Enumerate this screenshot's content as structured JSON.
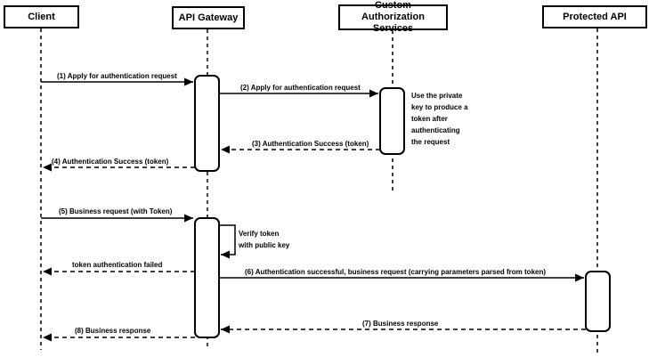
{
  "diagram": {
    "type": "uml-sequence",
    "colors": {
      "stroke": "#000000",
      "background": "#ffffff",
      "text": "#000000"
    },
    "actors": [
      {
        "label": "Client"
      },
      {
        "label": "API Gateway"
      },
      {
        "label": "Custom Authorization Services"
      },
      {
        "label": "Protected API"
      }
    ],
    "messages": [
      {
        "label": "(1) Apply for authentication request",
        "from": "Client",
        "to": "API Gateway",
        "style": "solid"
      },
      {
        "label": "(2) Apply for authentication request",
        "from": "API Gateway",
        "to": "Custom Authorization Services",
        "style": "solid"
      },
      {
        "label": "(3) Authentication Success (token)",
        "from": "Custom Authorization Services",
        "to": "API Gateway",
        "style": "dashed"
      },
      {
        "label": "(4) Authentication Success (token)",
        "from": "API Gateway",
        "to": "Client",
        "style": "dashed"
      },
      {
        "label": "(5) Business request (with Token)",
        "from": "Client",
        "to": "API Gateway",
        "style": "solid"
      },
      {
        "label": "Verify token\nwith public key",
        "from": "API Gateway",
        "to": "API Gateway",
        "style": "self"
      },
      {
        "label": "token authentication failed",
        "from": "API Gateway",
        "to": "Client",
        "style": "dashed"
      },
      {
        "label": "(6) Authentication successful, business request (carrying parameters parsed from token)",
        "from": "API Gateway",
        "to": "Protected API",
        "style": "solid"
      },
      {
        "label": "(7) Business response",
        "from": "Protected API",
        "to": "API Gateway",
        "style": "dashed"
      },
      {
        "label": "(8) Business response",
        "from": "API Gateway",
        "to": "Client",
        "style": "dashed"
      }
    ],
    "note": {
      "text": "Use the private\nkey to produce a\ntoken after\nauthenticating\nthe request"
    }
  }
}
